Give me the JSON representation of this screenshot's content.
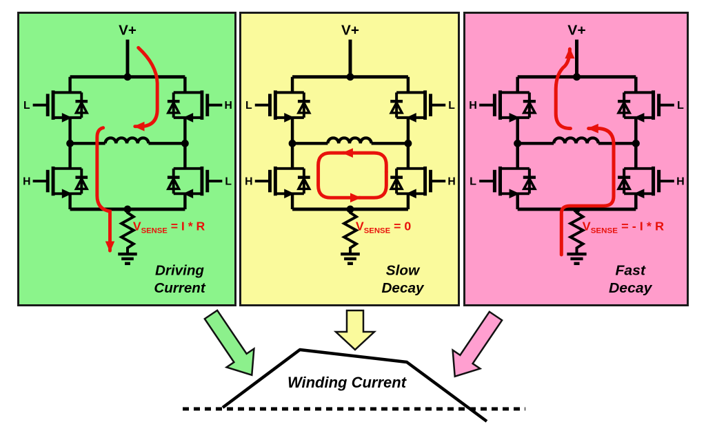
{
  "panels": [
    {
      "name": "Driving Current",
      "bg": "#8BF48B",
      "supply_label": "V+",
      "gates": {
        "top_left": "L",
        "top_right": "H",
        "bottom_left": "H",
        "bottom_right": "L"
      },
      "vsense": {
        "v": "V",
        "sub": "SENSE",
        "eq": " = I * R"
      },
      "caption_lines": [
        "Driving",
        "Current"
      ],
      "current_path": "driving"
    },
    {
      "name": "Slow Decay",
      "bg": "#FAFA9C",
      "supply_label": "V+",
      "gates": {
        "top_left": "L",
        "top_right": "L",
        "bottom_left": "H",
        "bottom_right": "H"
      },
      "vsense": {
        "v": "V",
        "sub": "SENSE",
        "eq": " = 0"
      },
      "caption_lines": [
        "Slow",
        "Decay"
      ],
      "current_path": "slow-loop"
    },
    {
      "name": "Fast Decay",
      "bg": "#FF9CCB",
      "supply_label": "V+",
      "gates": {
        "top_left": "H",
        "top_right": "L",
        "bottom_left": "L",
        "bottom_right": "H"
      },
      "vsense": {
        "v": "V",
        "sub": "SENSE",
        "eq": " = - I * R"
      },
      "caption_lines": [
        "Fast",
        "Decay"
      ],
      "current_path": "fast"
    }
  ],
  "footer": {
    "winding_label": "Winding Current",
    "arrows": [
      {
        "name": "driving-arrow",
        "color": "#8CF08C"
      },
      {
        "name": "slow-decay-arrow",
        "color": "#FAFA9C"
      },
      {
        "name": "fast-decay-arrow",
        "color": "#FF9FD0"
      }
    ]
  },
  "colors": {
    "wire": "#000000",
    "current_red": "#E8120B",
    "panel_border": "#1A1A1A",
    "background": "#FFFFFF"
  }
}
